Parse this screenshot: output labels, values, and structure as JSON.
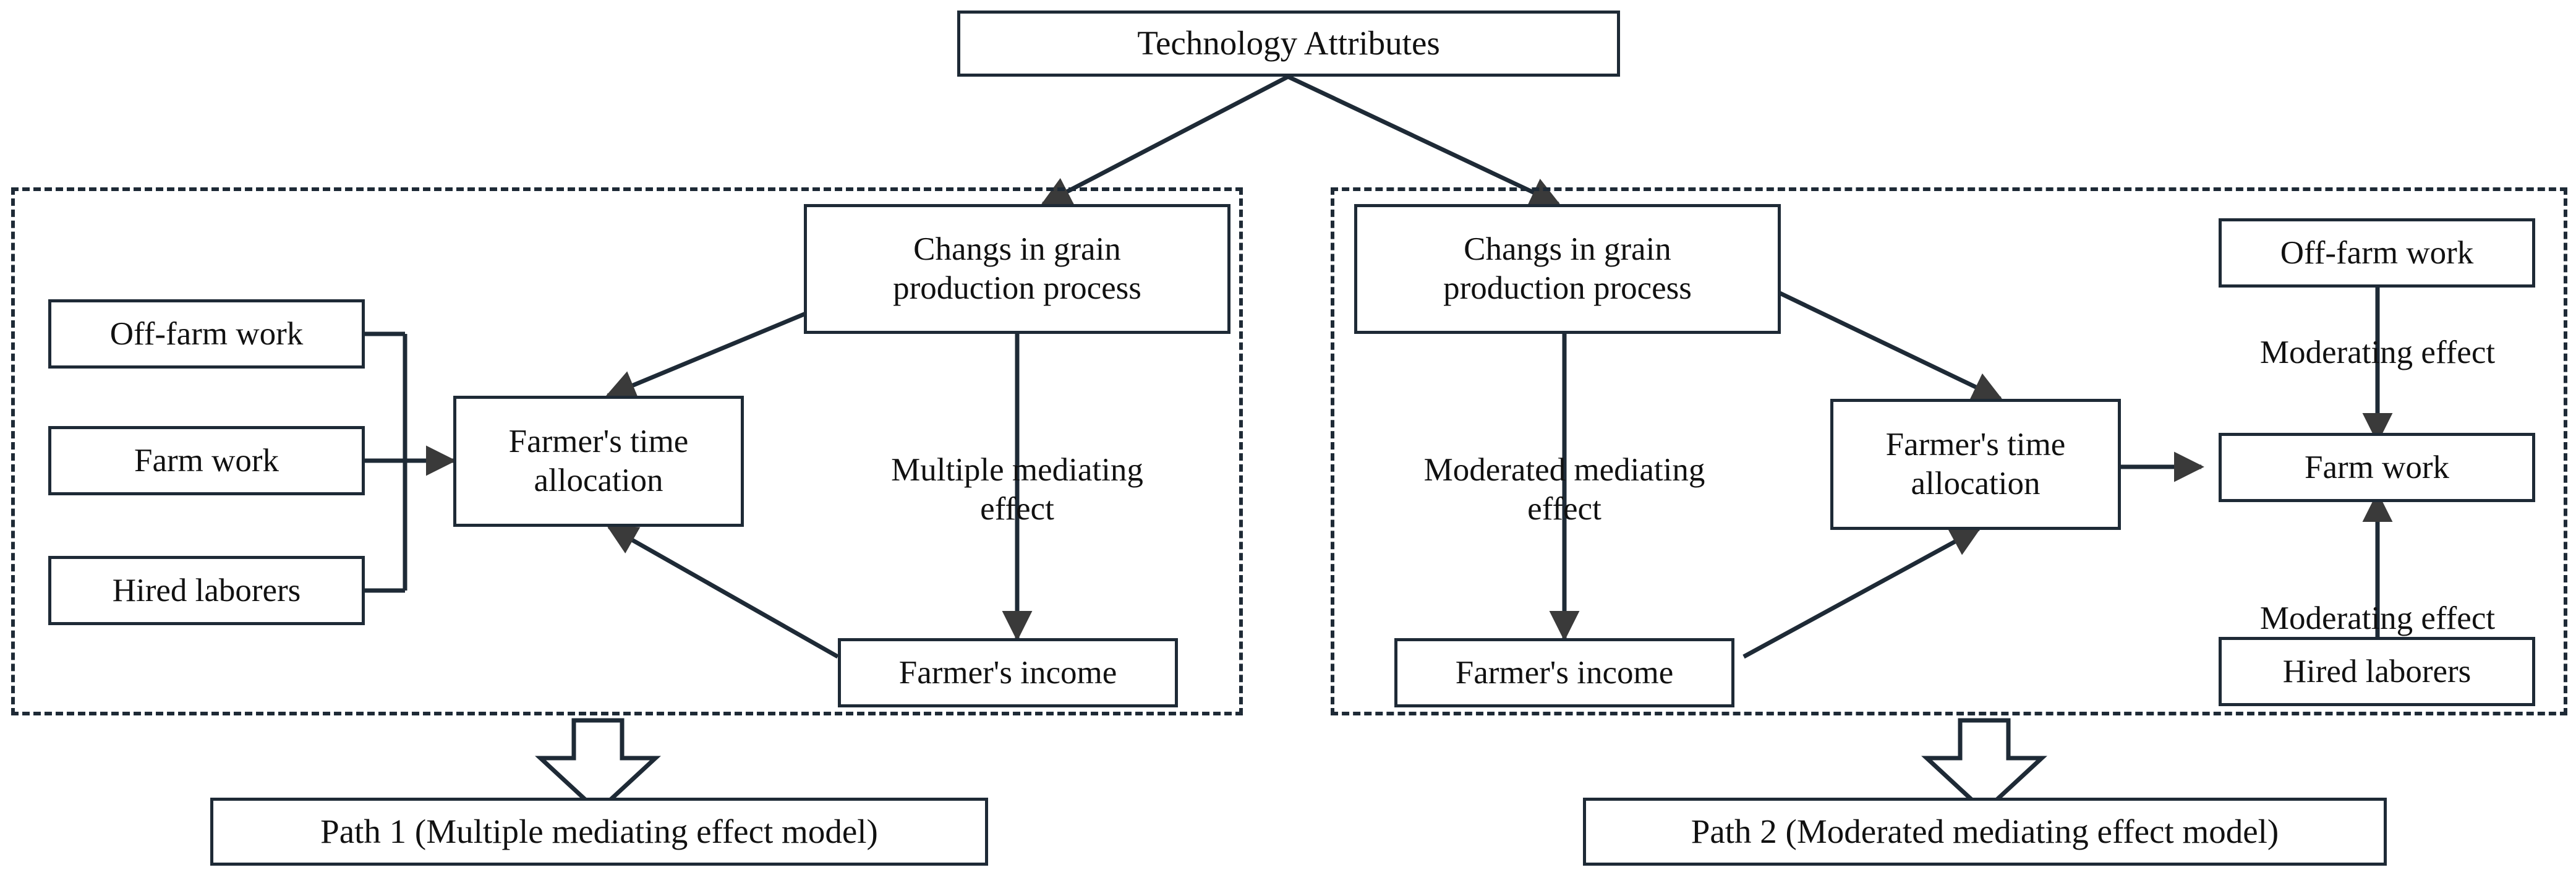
{
  "diagram": {
    "title_node": {
      "label": "Technology Attributes"
    },
    "panels": [
      {
        "id": "path1",
        "caption": "Path 1 (Multiple mediating effect model)"
      },
      {
        "id": "path2",
        "caption": "Path 2 (Moderated mediating effect model)"
      }
    ],
    "left_panel": {
      "inputs": [
        {
          "label": "Off-farm work"
        },
        {
          "label": "Farm work"
        },
        {
          "label": "Hired laborers"
        }
      ],
      "nodes": [
        {
          "id": "l-time",
          "label": "Farmer's time\nallocation"
        },
        {
          "id": "l-changes",
          "label": "Changs in grain\nproduction process"
        },
        {
          "id": "l-income",
          "label": "Farmer's income"
        }
      ],
      "edge_labels": [
        {
          "id": "l-mediating",
          "label": "Multiple mediating\neffect"
        }
      ]
    },
    "right_panel": {
      "nodes": [
        {
          "id": "r-changes",
          "label": "Changs in grain\nproduction process"
        },
        {
          "id": "r-time",
          "label": "Farmer's time\nallocation"
        },
        {
          "id": "r-income",
          "label": "Farmer's income"
        },
        {
          "id": "r-offfarm",
          "label": "Off-farm work"
        },
        {
          "id": "r-farmwork",
          "label": "Farm work"
        },
        {
          "id": "r-hired",
          "label": "Hired laborers"
        }
      ],
      "edge_labels": [
        {
          "id": "r-modmediating",
          "label": "Moderated mediating\neffect"
        },
        {
          "id": "r-moderating-top",
          "label": "Moderating effect"
        },
        {
          "id": "r-moderating-bottom",
          "label": "Moderating effect"
        }
      ]
    },
    "colors": {
      "stroke": "#1e2a36",
      "arrow": "#3a3a3a",
      "background": "#ffffff",
      "text": "#111111"
    }
  }
}
